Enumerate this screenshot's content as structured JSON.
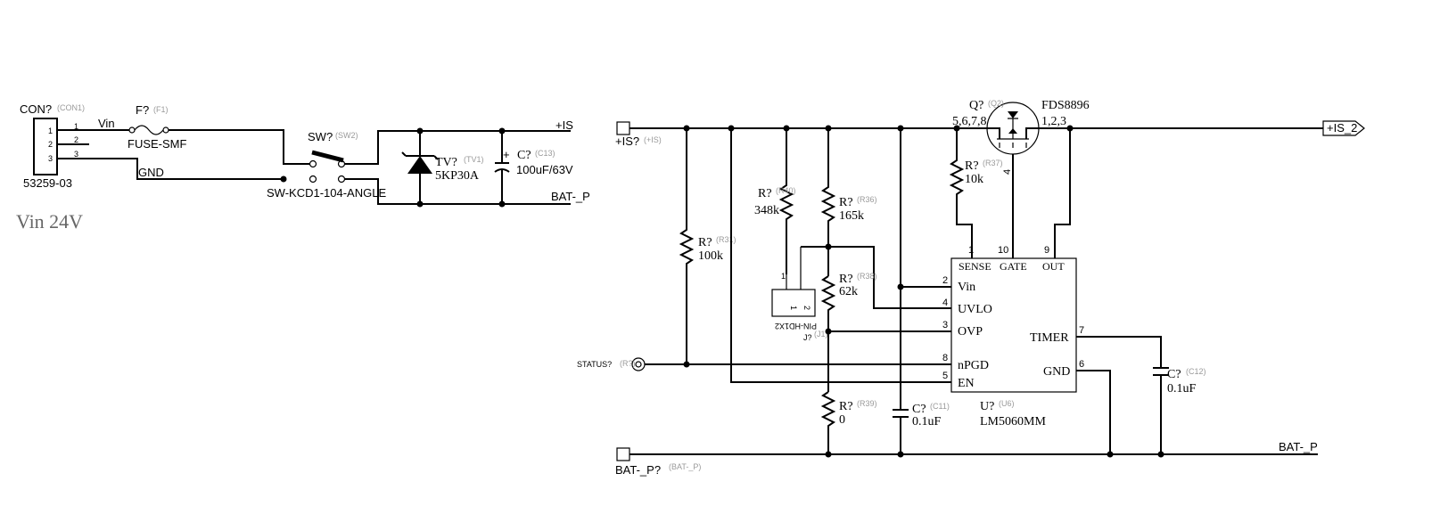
{
  "title_note": "Vin 24V",
  "connector": {
    "name": "CON?",
    "ref": "(CON1)",
    "part": "53259-03",
    "pins": [
      "1",
      "2",
      "3"
    ]
  },
  "nets": {
    "vin": "Vin",
    "gnd": "GND",
    "is_top": "+IS",
    "bat_top": "BAT-_P",
    "is2": "+IS_2",
    "bat_bottom": "BAT-_P"
  },
  "fuse": {
    "name": "F?",
    "ref": "(F1)",
    "part": "FUSE-SMF"
  },
  "switch": {
    "name": "SW?",
    "ref": "(SW2)",
    "part": "SW-KCD1-104-ANGLE"
  },
  "tvs": {
    "name": "TV?",
    "ref": "(TV1)",
    "value": "5KP30A"
  },
  "c13": {
    "name": "C?",
    "ref": "(C13)",
    "value": "100uF/63V",
    "polarity": "+"
  },
  "port_is": {
    "name": "+IS?",
    "ref": "(+IS)"
  },
  "port_bat": {
    "name": "BAT-_P?",
    "ref": "(BAT-_P)"
  },
  "status": {
    "name": "STATUS?",
    "ref": "(R?)"
  },
  "q2": {
    "name": "Q?",
    "ref": "(Q2)",
    "part": "FDS8896",
    "pins_left": "5,6,7,8",
    "pins_right": "1,2,3",
    "pin_gate": "4"
  },
  "r31": {
    "name": "R?",
    "ref": "(R31)",
    "value": "100k"
  },
  "r40": {
    "name": "R?",
    "ref": "(R40)",
    "value": "348k"
  },
  "r36": {
    "name": "R?",
    "ref": "(R36)",
    "value": "165k"
  },
  "r38": {
    "name": "R?",
    "ref": "(R38)",
    "value": "62k"
  },
  "r39": {
    "name": "R?",
    "ref": "(R39)",
    "value": "0"
  },
  "r37": {
    "name": "R?",
    "ref": "(R37)",
    "value": "10k"
  },
  "c11": {
    "name": "C?",
    "ref": "(C11)",
    "value": "0.1uF"
  },
  "c12": {
    "name": "C?",
    "ref": "(C12)",
    "value": "0.1uF"
  },
  "jumper": {
    "name": "J?",
    "ref": "(J1)",
    "part": "PIN-HD1X2",
    "pins": [
      "1",
      "2"
    ]
  },
  "ic": {
    "name": "U?",
    "ref": "(U6)",
    "part": "LM5060MM",
    "top_pins": [
      {
        "num": "1",
        "label": "SENSE"
      },
      {
        "num": "10",
        "label": "GATE"
      },
      {
        "num": "9",
        "label": "OUT"
      }
    ],
    "left_pins": [
      {
        "num": "2",
        "label": "Vin"
      },
      {
        "num": "4",
        "label": "UVLO"
      },
      {
        "num": "3",
        "label": "OVP"
      },
      {
        "num": "8",
        "label": "nPGD"
      },
      {
        "num": "5",
        "label": "EN"
      }
    ],
    "right_pins": [
      {
        "num": "7",
        "label": "TIMER"
      },
      {
        "num": "6",
        "label": "GND"
      }
    ]
  }
}
